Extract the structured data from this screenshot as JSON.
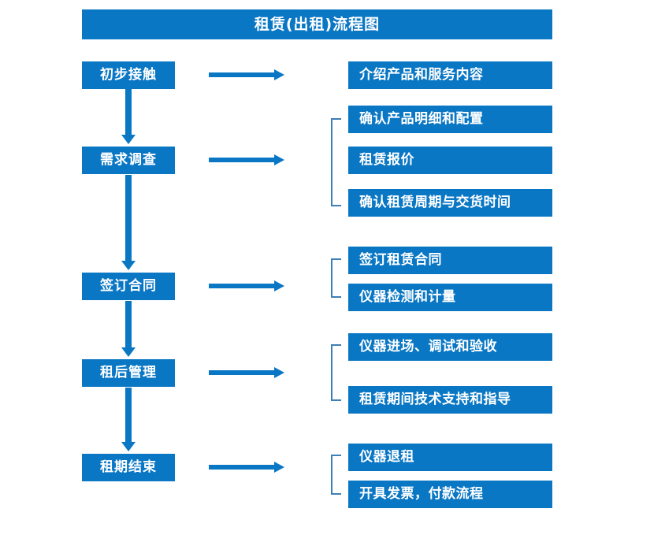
{
  "diagram": {
    "title": "租赁(出租)流程图",
    "colors": {
      "primary_blue": "#0A77C4",
      "bracket_blue": "#3E7FB5",
      "text_on_blue": "#FFFFFF",
      "background": "#FFFFFF"
    },
    "stages": [
      {
        "id": "stage-1",
        "label": "初步接触"
      },
      {
        "id": "stage-2",
        "label": "需求调查"
      },
      {
        "id": "stage-3",
        "label": "签订合同"
      },
      {
        "id": "stage-4",
        "label": "租后管理"
      },
      {
        "id": "stage-5",
        "label": "租期结束"
      }
    ],
    "details": [
      {
        "id": "detail-1",
        "label": "介绍产品和服务内容"
      },
      {
        "id": "detail-2",
        "label": "确认产品明细和配置"
      },
      {
        "id": "detail-3",
        "label": "租赁报价"
      },
      {
        "id": "detail-4",
        "label": "确认租赁周期与交货时间"
      },
      {
        "id": "detail-5",
        "label": "签订租赁合同"
      },
      {
        "id": "detail-6",
        "label": "仪器检测和计量"
      },
      {
        "id": "detail-7",
        "label": "仪器进场、调试和验收"
      },
      {
        "id": "detail-8",
        "label": "租赁期间技术支持和指导"
      },
      {
        "id": "detail-9",
        "label": "仪器退租"
      },
      {
        "id": "detail-10",
        "label": "开具发票，付款流程"
      }
    ],
    "flow": [
      {
        "stage": "初步接触",
        "details": [
          "介绍产品和服务内容"
        ]
      },
      {
        "stage": "需求调查",
        "details": [
          "确认产品明细和配置",
          "租赁报价",
          "确认租赁周期与交货时间"
        ]
      },
      {
        "stage": "签订合同",
        "details": [
          "签订租赁合同",
          "仪器检测和计量"
        ]
      },
      {
        "stage": "租后管理",
        "details": [
          "仪器进场、调试和验收",
          "租赁期间技术支持和指导"
        ]
      },
      {
        "stage": "租期结束",
        "details": [
          "仪器退租",
          "开具发票，付款流程"
        ]
      }
    ]
  }
}
